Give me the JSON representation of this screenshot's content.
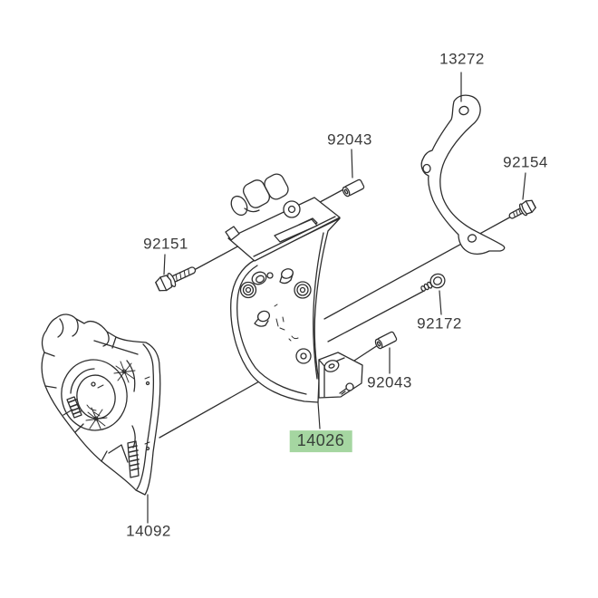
{
  "highlight_color": "#a5d6a1",
  "line_color": "#2e2e2e",
  "labels": {
    "gasket": {
      "text": "13272",
      "highlighted": false
    },
    "pin_top": {
      "text": "92043",
      "highlighted": false
    },
    "bolt_right": {
      "text": "92154",
      "highlighted": false
    },
    "bolt_left": {
      "text": "92151",
      "highlighted": false
    },
    "screw": {
      "text": "92172",
      "highlighted": false
    },
    "pin_mid": {
      "text": "92043",
      "highlighted": false
    },
    "bracket": {
      "text": "14026",
      "highlighted": true
    },
    "cover": {
      "text": "14092",
      "highlighted": false
    }
  }
}
